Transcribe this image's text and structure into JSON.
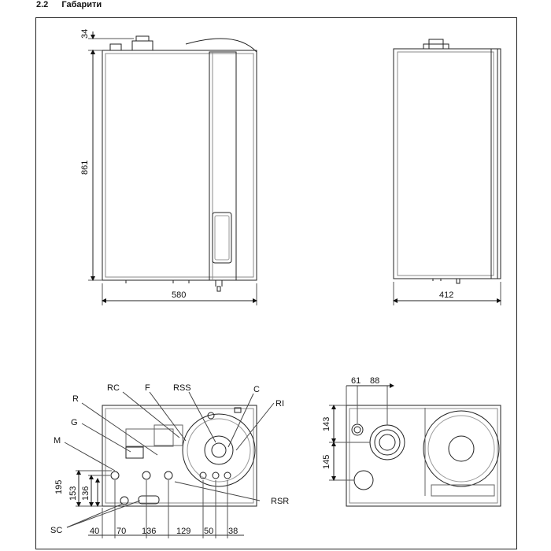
{
  "heading": {
    "number": "2.2",
    "title": "Габарити"
  },
  "front_view": {
    "dims": {
      "top_offset": "34",
      "height": "861",
      "width": "580"
    }
  },
  "side_view": {
    "dims": {
      "depth": "412"
    }
  },
  "bottom_view": {
    "labels": {
      "R": "R",
      "RC": "RC",
      "F": "F",
      "RSS": "RSS",
      "C": "C",
      "RI": "RI",
      "G": "G",
      "M": "M",
      "SC": "SC",
      "RSR": "RSR"
    },
    "dims": {
      "v195": "195",
      "v153": "153",
      "v136": "136",
      "h40": "40",
      "h70": "70",
      "h136": "136",
      "h129": "129",
      "h50": "50",
      "h38": "38"
    }
  },
  "top_view": {
    "dims": {
      "h61": "61",
      "h88": "88",
      "v143": "143",
      "v145": "145"
    }
  }
}
